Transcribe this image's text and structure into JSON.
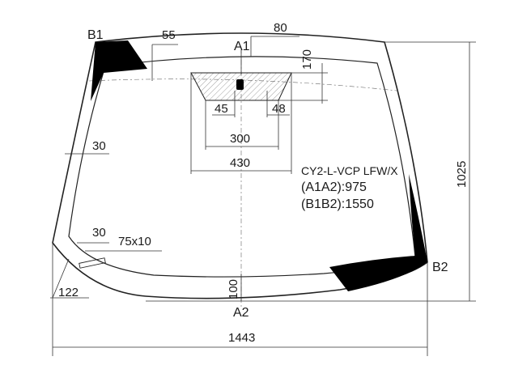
{
  "points": {
    "b1": "B1",
    "b2": "B2",
    "a1": "A1",
    "a2": "A2"
  },
  "dimensions": {
    "d55": "55",
    "d80": "80",
    "d170": "170",
    "d45": "45",
    "d48": "48",
    "d300": "300",
    "d430": "430",
    "d30_side": "30",
    "d30_bottom": "30",
    "d75x10": "75x10",
    "d122": "122",
    "d100": "100",
    "d1025": "1025",
    "d1443": "1443"
  },
  "info": {
    "code": "CY2-L-VCP LFW/X",
    "a1a2": "(A1A2):975",
    "b1b2": "(B1B2):1550"
  },
  "colors": {
    "black_area": "#000000",
    "line": "#222222"
  }
}
